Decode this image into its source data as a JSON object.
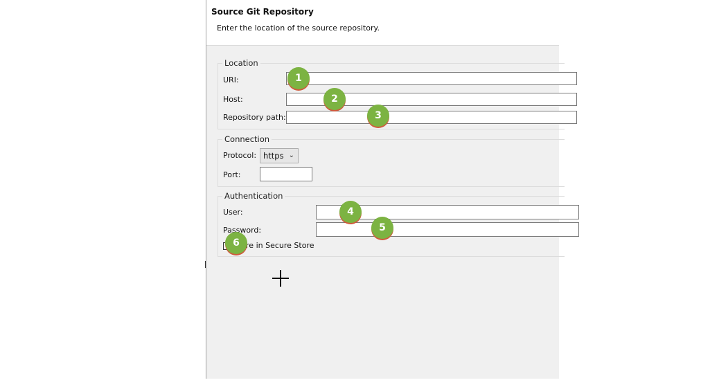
{
  "header": {
    "title": "Source Git Repository",
    "description": "Enter the location of the source repository."
  },
  "location": {
    "legend": "Location",
    "uri_label": "URI:",
    "uri_value": "",
    "host_label": "Host:",
    "host_value": "",
    "repo_path_label": "Repository path:",
    "repo_path_value": ""
  },
  "connection": {
    "legend": "Connection",
    "protocol_label": "Protocol:",
    "protocol_value": "https",
    "port_label": "Port:",
    "port_value": ""
  },
  "authentication": {
    "legend": "Authentication",
    "user_label": "User:",
    "user_value": "",
    "password_label": "Password:",
    "password_value": "",
    "store_label": "Store in Secure Store",
    "store_checked": false
  },
  "badges": [
    "1",
    "2",
    "3",
    "4",
    "5",
    "6"
  ],
  "colors": {
    "badge_fill": "#7cb342",
    "badge_shadow": "#d05a3c",
    "dialog_bg": "#f0f0f0",
    "header_bg": "#ffffff"
  }
}
